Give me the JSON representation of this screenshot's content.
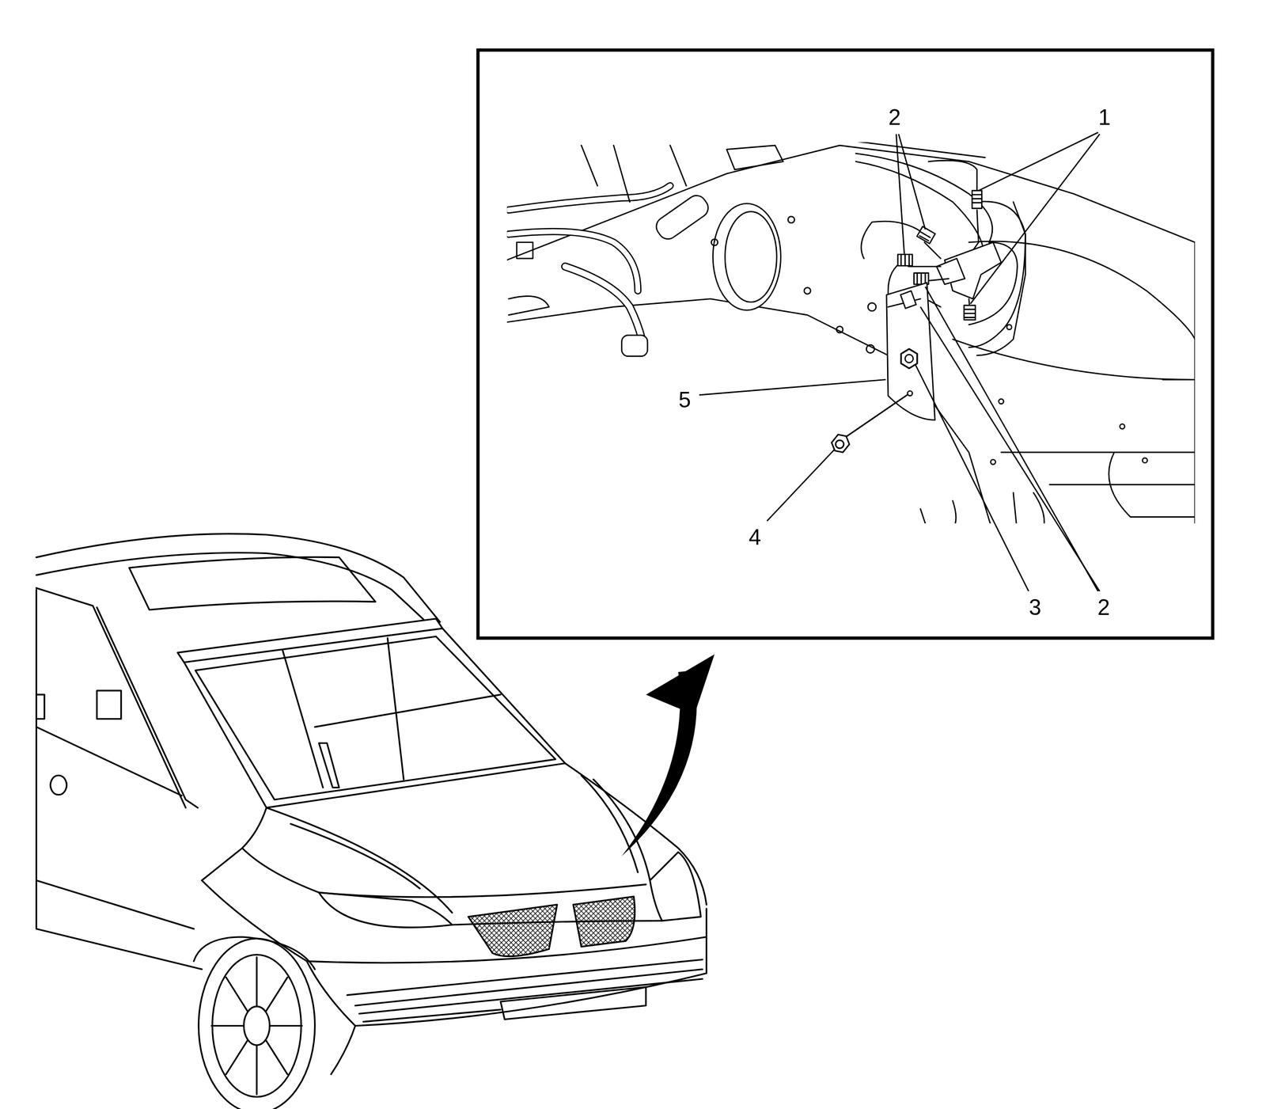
{
  "diagram": {
    "labels": [
      "2",
      "1",
      "5",
      "4",
      "3",
      "2"
    ]
  }
}
